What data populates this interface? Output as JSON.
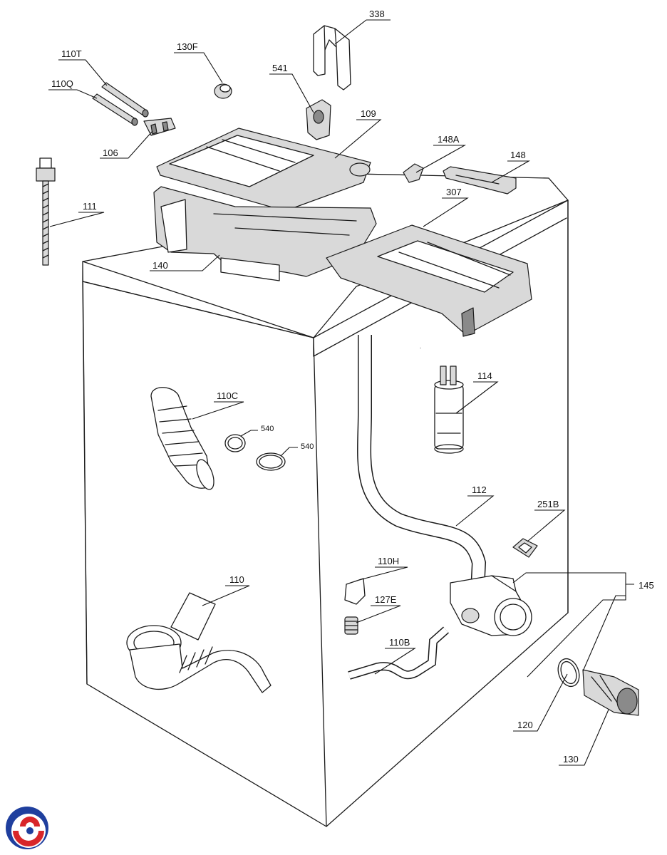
{
  "diagram": {
    "parts": [
      {
        "id": "338",
        "label": "338"
      },
      {
        "id": "130F",
        "label": "130F"
      },
      {
        "id": "110T",
        "label": "110T"
      },
      {
        "id": "110Q",
        "label": "110Q"
      },
      {
        "id": "541",
        "label": "541"
      },
      {
        "id": "109",
        "label": "109"
      },
      {
        "id": "106",
        "label": "106"
      },
      {
        "id": "148A",
        "label": "148A"
      },
      {
        "id": "148",
        "label": "148"
      },
      {
        "id": "111",
        "label": "111"
      },
      {
        "id": "307",
        "label": "307"
      },
      {
        "id": "140",
        "label": "140"
      },
      {
        "id": "114",
        "label": "114"
      },
      {
        "id": "110C",
        "label": "110C"
      },
      {
        "id": "540a",
        "label": "540"
      },
      {
        "id": "540b",
        "label": "540"
      },
      {
        "id": "112",
        "label": "112"
      },
      {
        "id": "251B",
        "label": "251B"
      },
      {
        "id": "110H",
        "label": "110H"
      },
      {
        "id": "145",
        "label": "145"
      },
      {
        "id": "110",
        "label": "110"
      },
      {
        "id": "127E",
        "label": "127E"
      },
      {
        "id": "110B",
        "label": "110B"
      },
      {
        "id": "120",
        "label": "120"
      },
      {
        "id": "130",
        "label": "130"
      }
    ],
    "logo": {
      "name": "brand-logo",
      "colors": [
        "#1f3f9e",
        "#d8262a"
      ]
    }
  }
}
